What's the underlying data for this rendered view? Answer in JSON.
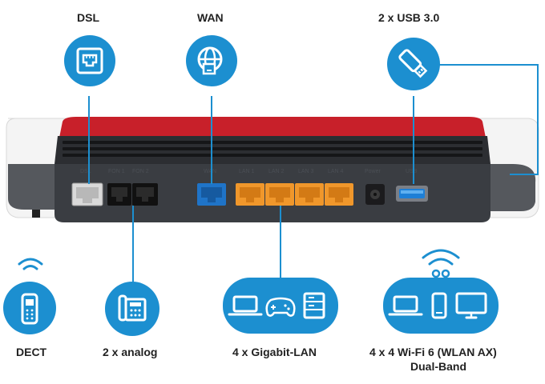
{
  "top_labels": {
    "dsl": "DSL",
    "wan": "WAN",
    "usb": "2 x USB 3.0"
  },
  "bottom_labels": {
    "dect": "DECT",
    "analog": "2 x analog",
    "lan": "4 x Gigabit-LAN",
    "wifi_line1": "4 x 4 Wi-Fi 6 (WLAN AX)",
    "wifi_line2": "Dual-Band"
  },
  "port_labels": {
    "dsl": "DSL",
    "fon1": "FON 1",
    "fon2": "FON 2",
    "wan": "WAN",
    "lan1": "LAN 1",
    "lan2": "LAN 2",
    "lan3": "LAN 3",
    "lan4": "LAN 4",
    "power": "Power",
    "usb": "USB"
  },
  "colors": {
    "accent_blue": "#1c8fd0",
    "router_red": "#c8202a",
    "router_body": "#3a3d42",
    "lan_orange": "#f0972b",
    "wan_blue": "#1f74c8"
  },
  "icons": {
    "dsl": "ethernet-socket-icon",
    "wan": "globe-network-icon",
    "usb": "usb-stick-icon",
    "dect": "cordless-phone-icon",
    "analog": "desk-phone-icon",
    "lan": "laptop-gamepad-server-icons",
    "wifi": "laptop-phone-monitor-icons"
  }
}
